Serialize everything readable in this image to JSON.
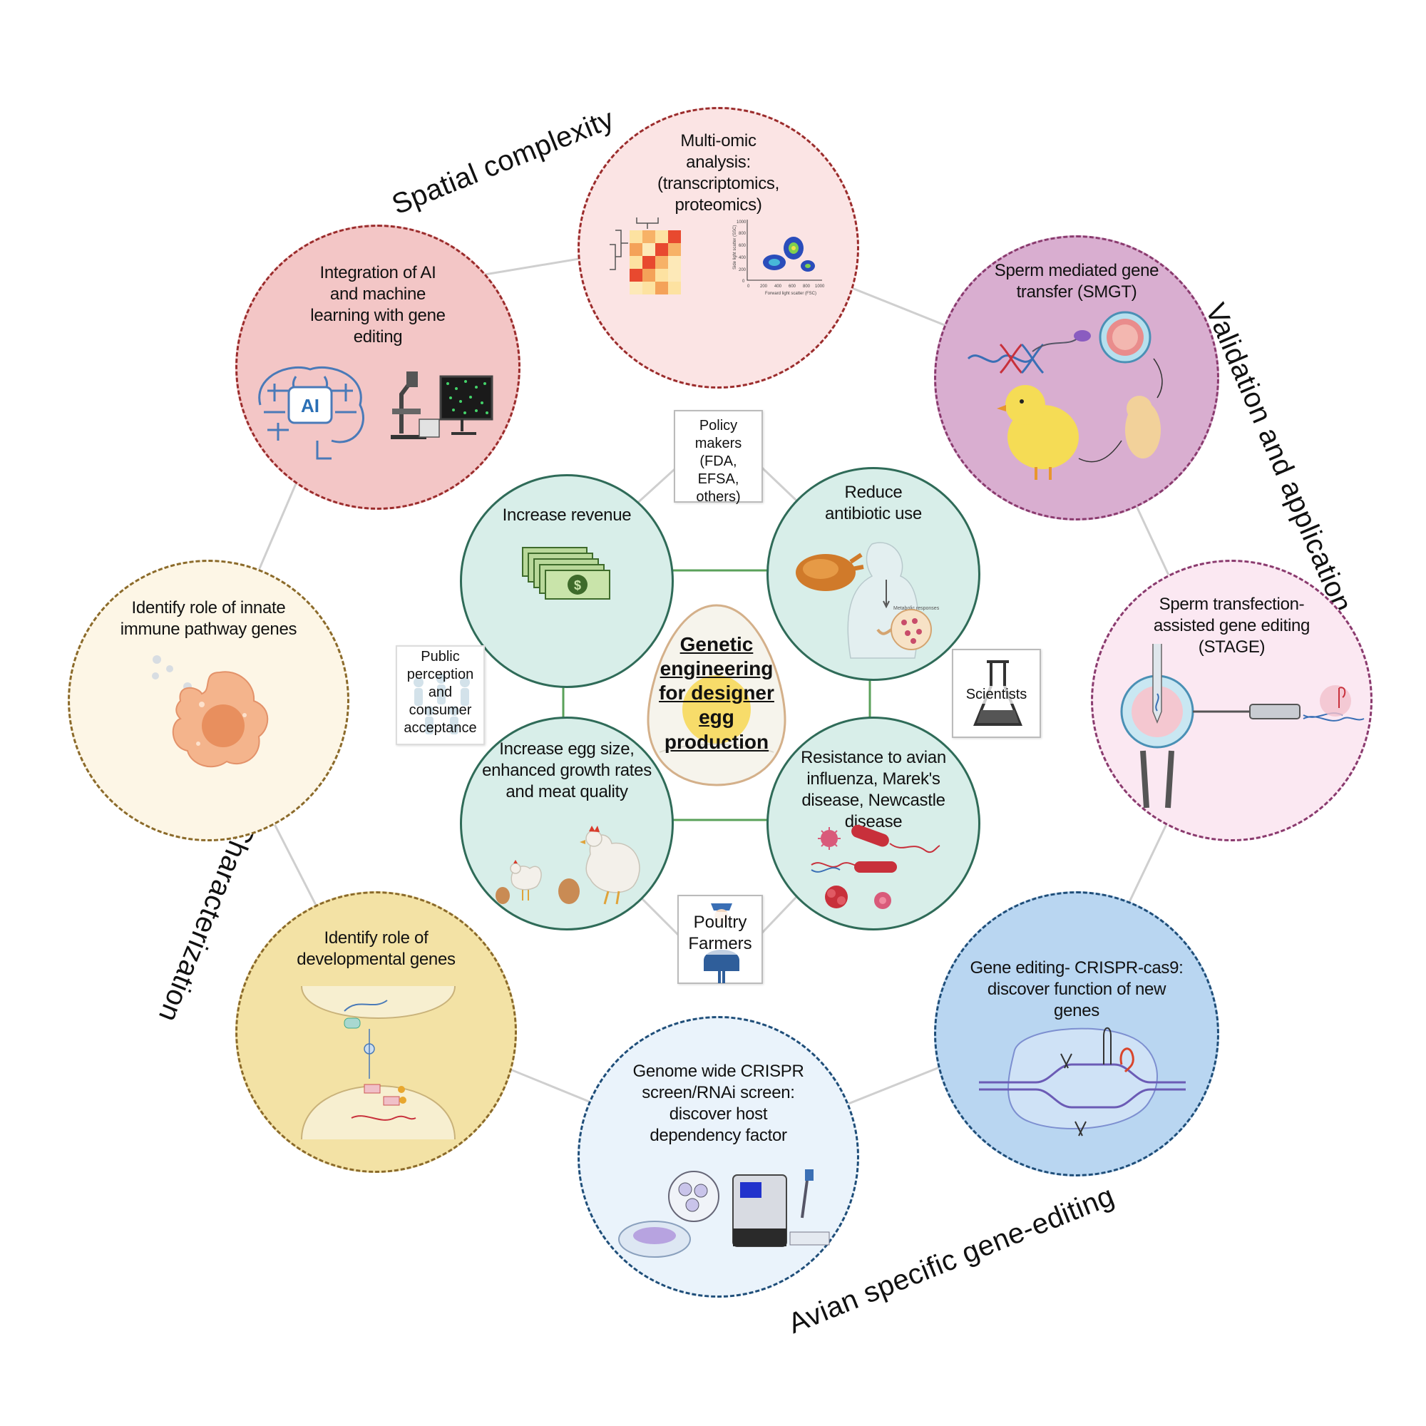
{
  "center": {
    "title_lines": [
      "Genetic",
      "engineering",
      "for designer",
      "egg",
      "production"
    ]
  },
  "arc_labels": {
    "spatial": "Spatial complexity",
    "validation": "Validation and application",
    "avian": "Avian specific gene-editing",
    "characterization": "Characterization"
  },
  "outer_nodes": {
    "multi_omic": {
      "lines": [
        "Multi-omic",
        "analysis:",
        "(transcriptomics,",
        "proteomics)"
      ],
      "color": "#9b2c2c"
    },
    "smgt": {
      "lines": [
        "Sperm mediated gene",
        "transfer (SMGT)"
      ],
      "color": "#8a3a6e"
    },
    "stage": {
      "lines": [
        "Sperm transfection-",
        "assisted gene editing",
        "(STAGE)"
      ],
      "color": "#8a3a6e"
    },
    "crispr_cas9": {
      "lines": [
        "Gene editing- CRISPR-cas9:",
        "discover function of new genes"
      ],
      "color": "#1f4e79"
    },
    "genome_screen": {
      "lines": [
        "Genome wide CRISPR",
        "screen/RNAi screen:",
        "discover host",
        "dependency factor"
      ],
      "color": "#1f4e79"
    },
    "developmental": {
      "lines": [
        "Identify role of",
        "developmental genes"
      ],
      "color": "#8b6a2a"
    },
    "innate": {
      "lines": [
        "Identify role of innate",
        "immune pathway genes"
      ],
      "color": "#8b6a2a"
    },
    "ai": {
      "lines": [
        "Integration of AI",
        "and machine",
        "learning  with gene",
        "editing"
      ],
      "color": "#9b2c2c",
      "badge": "AI"
    }
  },
  "inner_nodes": {
    "revenue": {
      "lines": [
        "Increase revenue"
      ]
    },
    "antibiotic": {
      "lines": [
        "Reduce",
        "antibiotic use"
      ],
      "note": "Metabolic responses"
    },
    "egg_size": {
      "lines": [
        "Increase egg size,",
        "enhanced growth rates",
        "and meat quality"
      ]
    },
    "resistance": {
      "lines": [
        "Resistance to avian",
        "influenza, Marek's",
        "disease, Newcastle",
        "disease"
      ]
    }
  },
  "stakeholders": {
    "policy": {
      "lines": [
        "Policy",
        "makers",
        "(FDA,",
        "EFSA,",
        "others)"
      ]
    },
    "public": {
      "lines": [
        "Public",
        "perception",
        "and",
        "consumer",
        "acceptance"
      ]
    },
    "scientists": {
      "lines": [
        "Scientists"
      ]
    },
    "farmers": {
      "lines": [
        "Poultry",
        "Farmers"
      ]
    }
  },
  "scatter_axes": {
    "y_ticks": [
      "1000",
      "800",
      "600",
      "400",
      "200",
      "0"
    ],
    "x_ticks": [
      "0",
      "200",
      "400",
      "600",
      "800",
      "1000"
    ],
    "ylabel": "Side light scatter (SSC)",
    "xlabel": "Forward light scatter (FSC)"
  },
  "colors": {
    "inner_fill": "#d8eee9",
    "inner_border": "#2f6b58",
    "connector_green": "#5aa15a",
    "connector_grey": "#cfcfcf"
  }
}
